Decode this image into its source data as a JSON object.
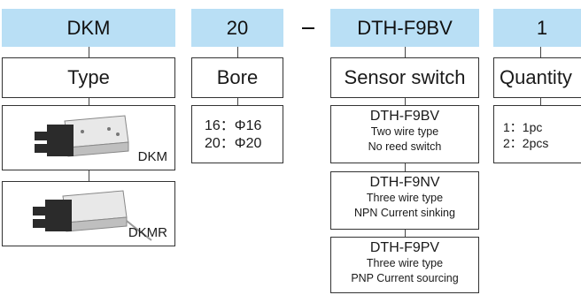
{
  "headers": {
    "model": "DKM",
    "bore": "20",
    "separator": "–",
    "sensor": "DTH-F9BV",
    "quantity": "1"
  },
  "categories": {
    "model": "Type",
    "bore": "Bore",
    "sensor": "Sensor switch",
    "quantity": "Quantity"
  },
  "types": [
    {
      "label": "DKM"
    },
    {
      "label": "DKMR"
    }
  ],
  "bore_options": [
    "16：Φ16",
    "20：Φ20"
  ],
  "sensor_options": [
    {
      "model": "DTH-F9BV",
      "line1": "Two wire type",
      "line2": "No reed switch"
    },
    {
      "model": "DTH-F9NV",
      "line1": "Three wire type",
      "line2": "NPN Current sinking"
    },
    {
      "model": "DTH-F9PV",
      "line1": "Three wire type",
      "line2": "PNP Current sourcing"
    }
  ],
  "quantity_options": [
    "1：1pc",
    "2：2pcs"
  ],
  "colors": {
    "header_bg": "#b9dff5",
    "border": "#333333"
  }
}
